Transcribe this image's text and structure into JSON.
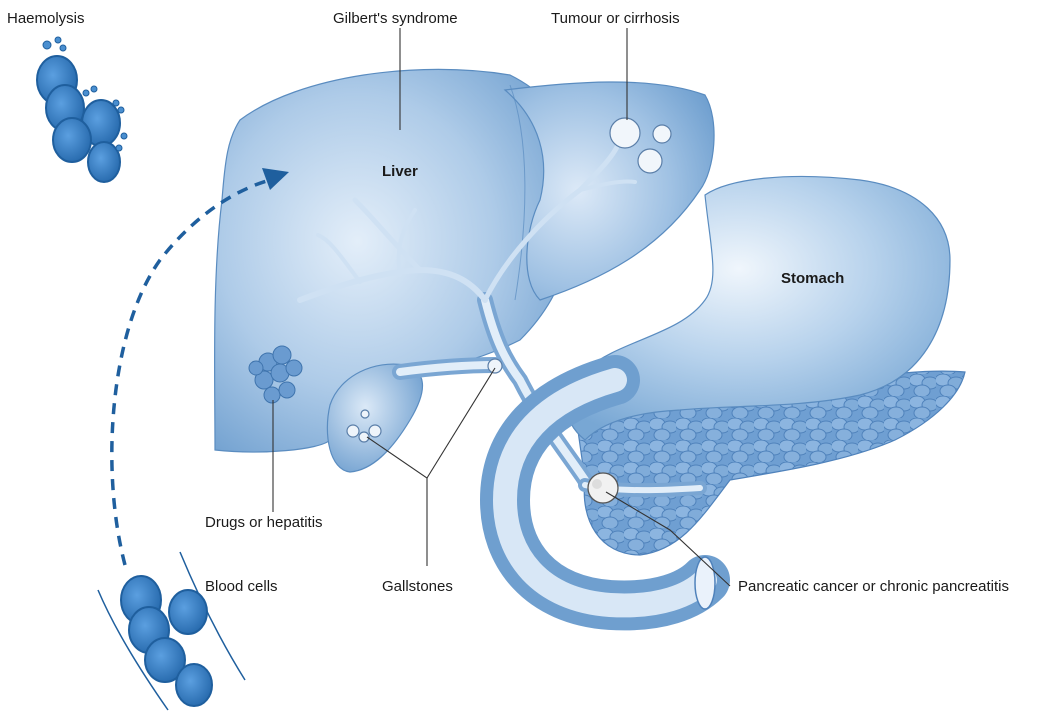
{
  "labels": {
    "haemolysis": "Haemolysis",
    "gilbert": "Gilbert's syndrome",
    "tumour": "Tumour or cirrhosis",
    "drugs": "Drugs or hepatitis",
    "blood_cells": "Blood cells",
    "gallstones": "Gallstones",
    "pancreatic": "Pancreatic cancer or chronic pancreatitis"
  },
  "organs": {
    "liver": "Liver",
    "stomach": "Stomach"
  },
  "colors": {
    "organ_fill": "#a9c8e6",
    "organ_dark": "#6c9ccc",
    "cell_fill": "#4a8fd0",
    "cell_stroke": "#1f5f9e",
    "arrow": "#1f5f9e",
    "leader_line": "#333333"
  }
}
